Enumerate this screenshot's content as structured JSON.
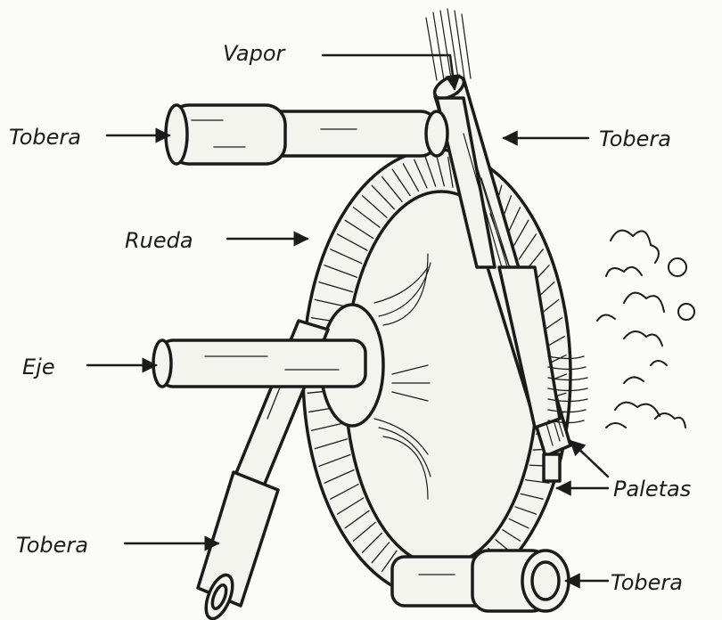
{
  "labels": {
    "vapor": "Vapor",
    "tobera_top_left": "Tobera",
    "tobera_top_right": "Tobera",
    "rueda": "Rueda",
    "eje": "Eje",
    "paletas": "Paletas",
    "tobera_bottom_left": "Tobera",
    "tobera_bottom_right": "Tobera"
  },
  "colors": {
    "ink": "#1b1b1b",
    "paper": "#fbfbf8"
  }
}
